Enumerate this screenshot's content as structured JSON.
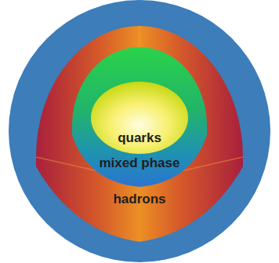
{
  "diagram": {
    "nodes": [
      {
        "text": [
          "hadrons"
        ]
      },
      {
        "text": [
          "mixed phase"
        ],
        "in": 0
      },
      {
        "text": [
          "quarks"
        ],
        "in": 1
      }
    ]
  }
}
